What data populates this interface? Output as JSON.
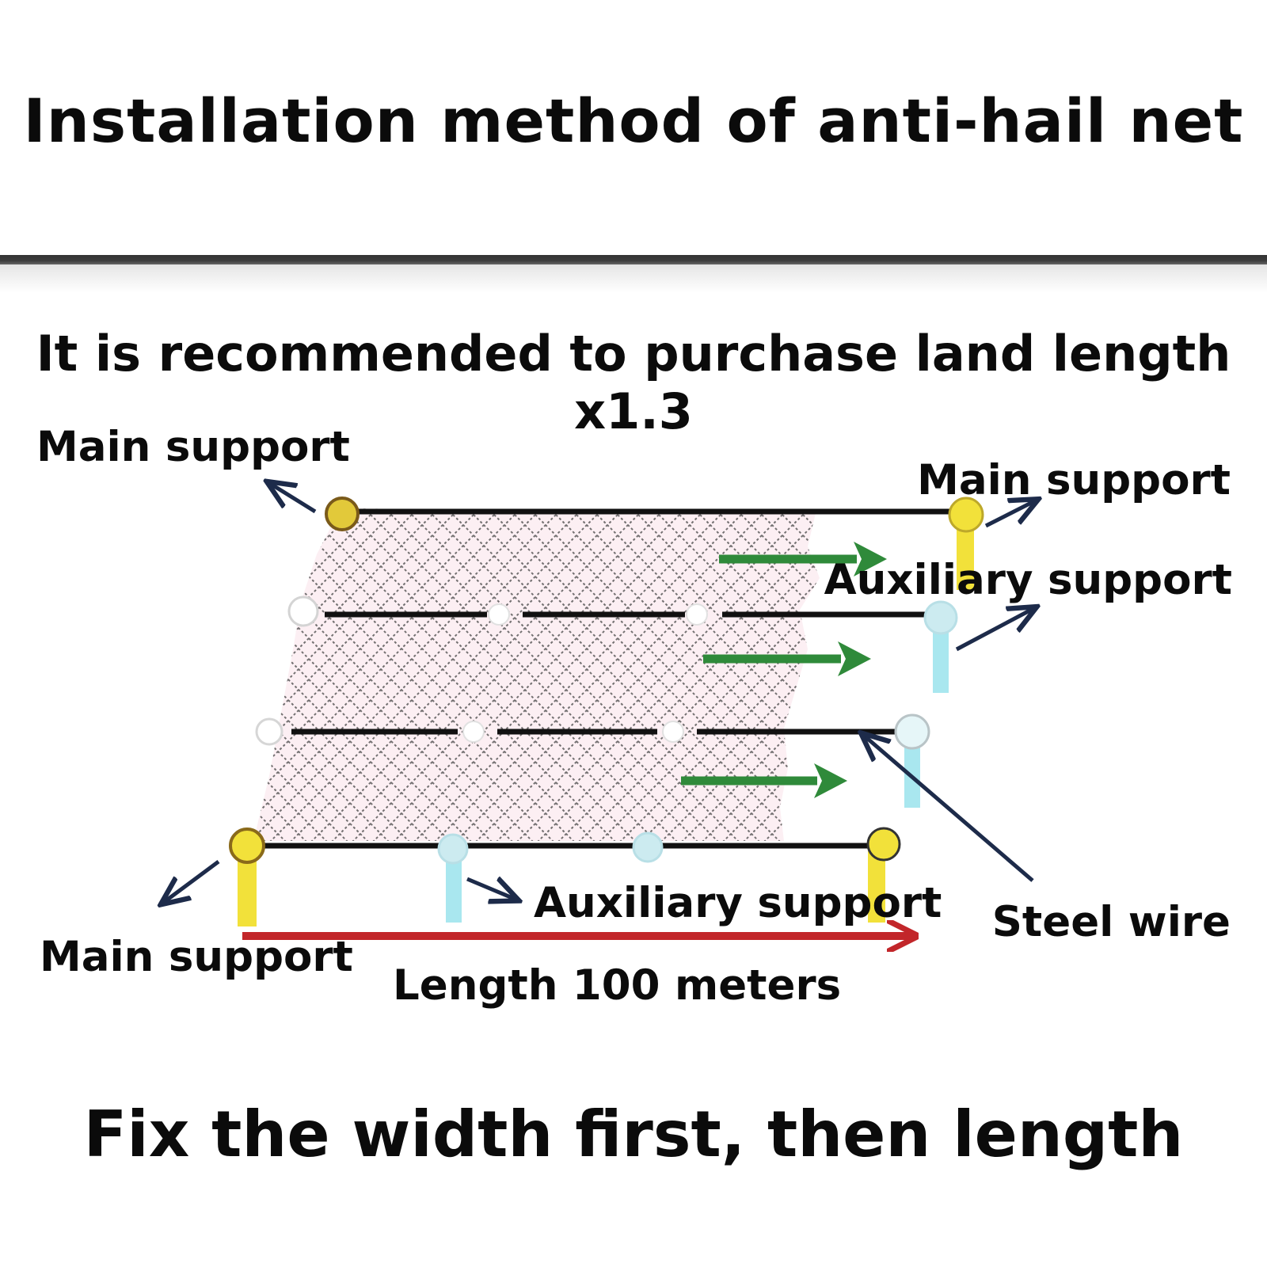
{
  "header": {
    "title": "Installation method of anti-hail net",
    "subtitle": "It is recommended to purchase land length x1.3"
  },
  "diagram": {
    "labels": {
      "main_support_top_left": "Main support",
      "main_support_top_right": "Main support",
      "auxiliary_support_right": "Auxiliary support",
      "auxiliary_support_bottom": "Auxiliary support",
      "main_support_bottom_left": "Main support",
      "steel_wire": "Steel wire",
      "length": "Length 100 meters"
    },
    "colors": {
      "main_support": "#f2e13a",
      "auxiliary_support": "#a9e7ef",
      "direction_arrow": "#2f8a3a",
      "length_arrow": "#c2262a",
      "pointer_arrow": "#1d2b4a",
      "wire": "#111111",
      "net": "#444444"
    }
  },
  "footer": {
    "text": "Fix the width first, then length"
  }
}
